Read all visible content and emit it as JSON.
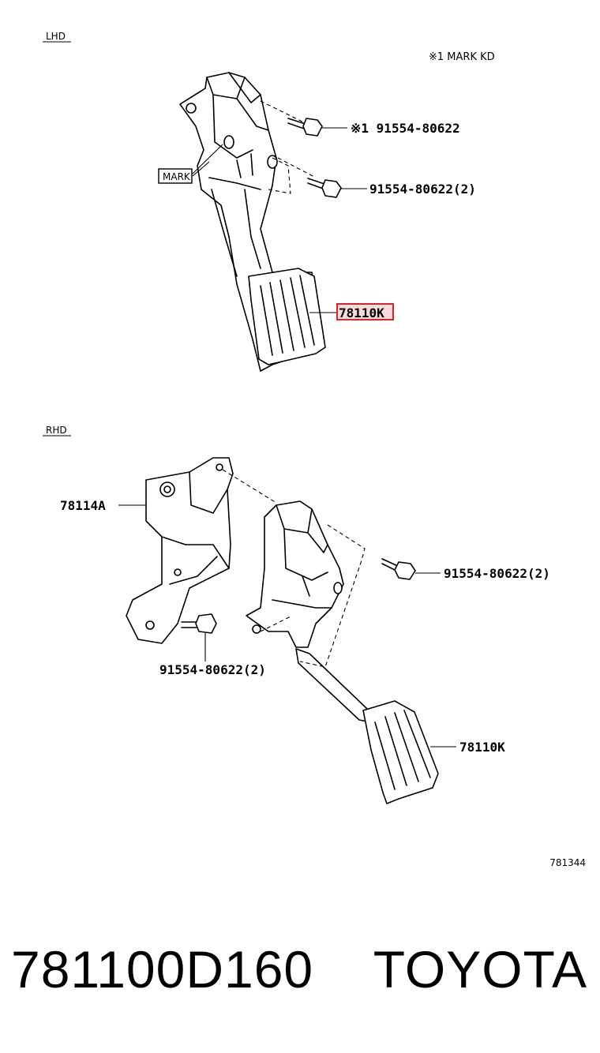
{
  "lhd": {
    "section_label": "LHD",
    "note": "※1 MARK KD",
    "mark_label": "MARK",
    "bolt_1": "※1  91554-80622",
    "bolt_2": "91554-80622(2)",
    "pedal_label": "78110K"
  },
  "rhd": {
    "section_label": "RHD",
    "bracket_label": "78114A",
    "bolt_right": "91554-80622(2)",
    "bolt_bottom": "91554-80622(2)",
    "pedal_label": "78110K"
  },
  "figure_number": "781344",
  "footer": {
    "part_number": "781100D160",
    "brand": "TOYOTA"
  },
  "colors": {
    "highlight": "#d9232e",
    "highlight_fill": "#f8dadd"
  }
}
